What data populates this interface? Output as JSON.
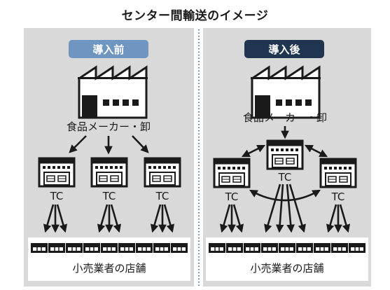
{
  "title": "センター間輸送のイメージ",
  "left": {
    "badge": "導入前",
    "factory_label": "食品メーカー・卸",
    "tc_label": "TC",
    "stores_label": "小売業者の店舗"
  },
  "right": {
    "badge": "導入後",
    "factory_label": "食品メーカー・卸",
    "tc_label": "TC",
    "stores_label": "小売業者の店舗"
  },
  "colors": {
    "panel": "#d9d9d9",
    "badge_left": "#6f96c0",
    "badge_right": "#1f3550",
    "divider": "#5a7fa8",
    "ink": "#1a1a1a"
  }
}
